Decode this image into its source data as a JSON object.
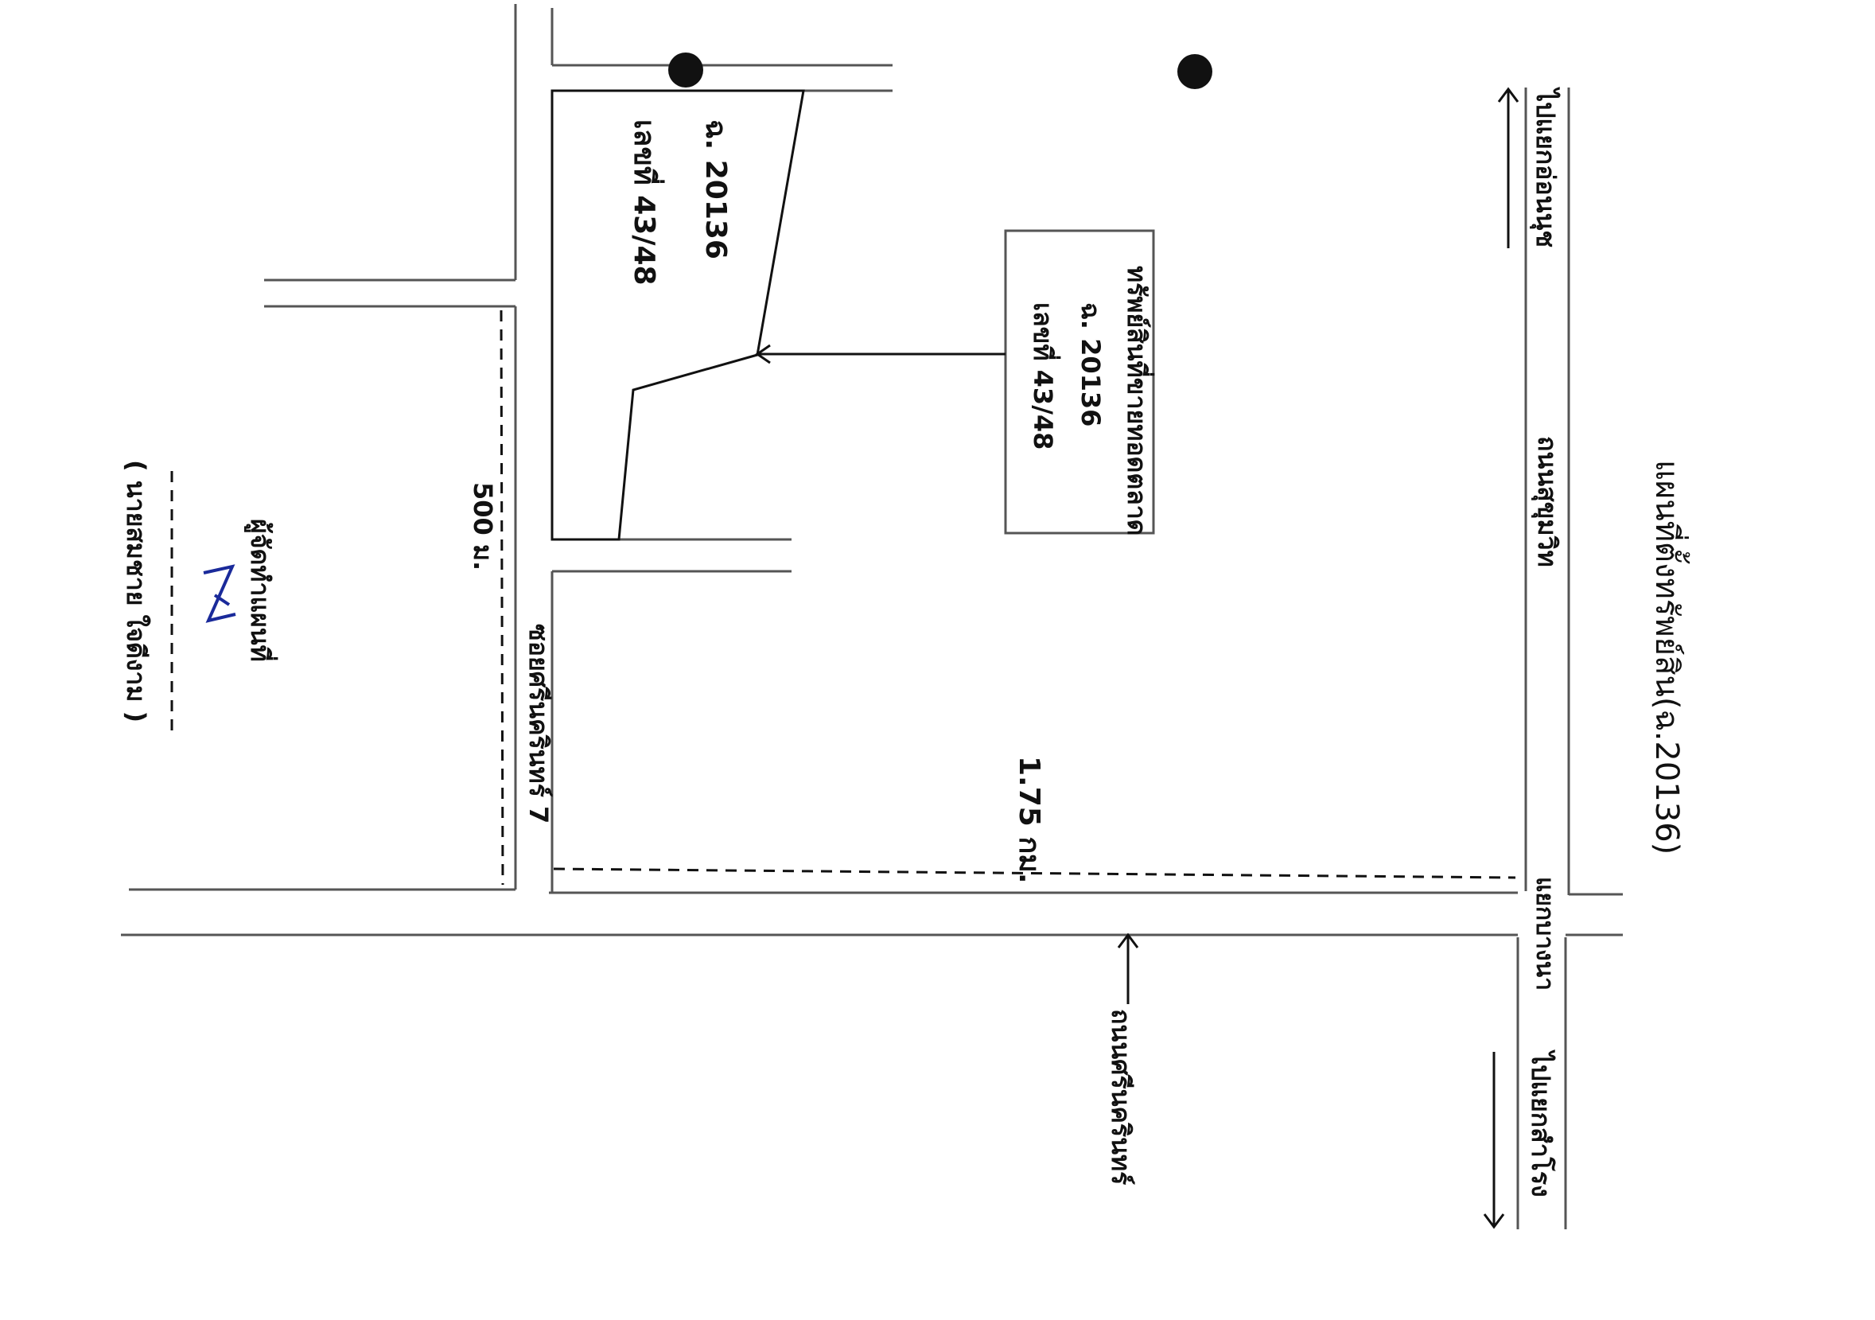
{
  "map": {
    "title": "แผนที่ตั้งทรัพย์สิน(ฉ.20136)",
    "parcel": {
      "deed": "ฉ. 20136",
      "house_no": "เลขที่ 43/48"
    },
    "callout": {
      "line1": "ทรัพย์สินที่ขายทอดตลาด",
      "line2": "ฉ. 20136",
      "line3": "เลขที่ 43/48"
    },
    "roads": {
      "main_road": "ถนนสุขุมวิท",
      "cross_road": "ถนนศรีนครินทร์",
      "to_north": "ไปแยกอ่อนนุช",
      "to_south": "ไปแยกสำโรง",
      "soi": "ซอยศรีนครินทร์ 7",
      "intersection": "แยกบางนา"
    },
    "distances": {
      "main": "1.75 กม.",
      "soi": "500 ม."
    },
    "signature": {
      "caption": "ผู้จัดทำแผนที่",
      "name": "( นายสมชาย ใจดีงาม )"
    }
  }
}
